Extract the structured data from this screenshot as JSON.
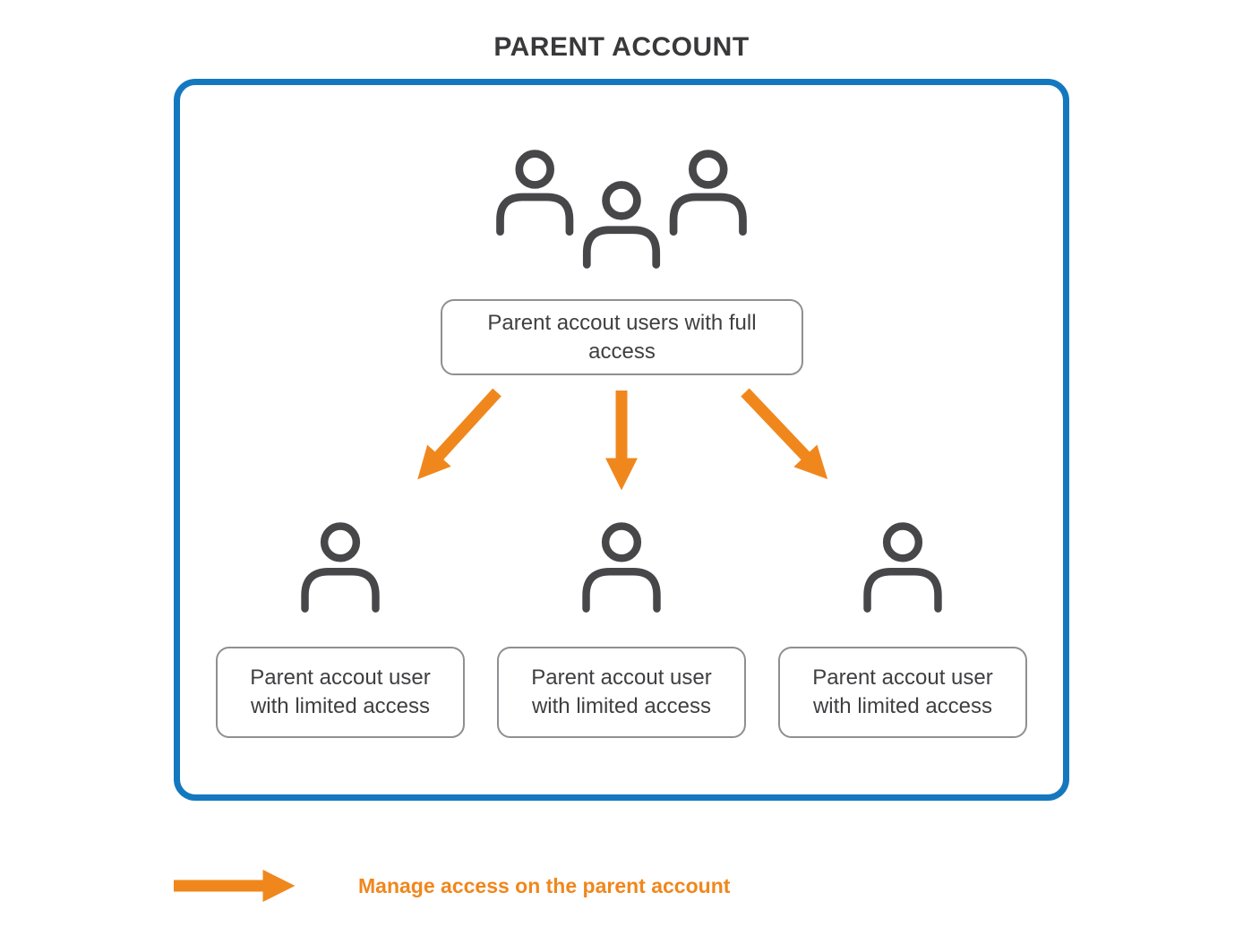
{
  "title": "PARENT ACCOUNT",
  "parent_box": {
    "full_access_label": "Parent accout users with full access"
  },
  "limited_users": [
    {
      "label": "Parent accout user with limited access"
    },
    {
      "label": "Parent accout user with limited access"
    },
    {
      "label": "Parent accout user with limited access"
    }
  ],
  "legend": {
    "text": "Manage access on the parent account"
  },
  "colors": {
    "box_border_blue": "#1478bf",
    "arrow_orange": "#f0871d",
    "icon_gray": "#47474a",
    "label_border_gray": "#8f8f93",
    "text_dark": "#3f3f42"
  }
}
